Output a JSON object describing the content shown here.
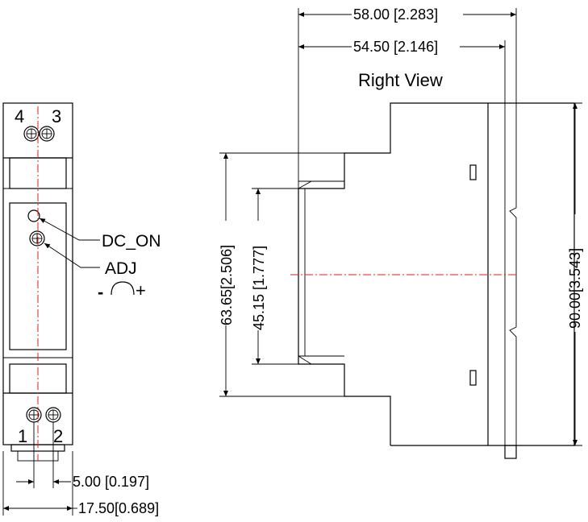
{
  "front_view": {
    "terminal_labels": {
      "t4": "4",
      "t3": "3",
      "t1": "1",
      "t2": "2"
    },
    "led_label": "DC_ON",
    "adj_label": "ADJ",
    "adj_minus": "-",
    "adj_plus": "+",
    "dim_pitch": "5.00 [0.197]",
    "dim_width": "17.50[0.689]"
  },
  "right_view": {
    "title": "Right View",
    "dim_total_depth": "58.00 [2.283]",
    "dim_depth": "54.50 [2.146]",
    "dim_height": "90.00[3.543]",
    "dim_step_outer": "63.65[2.506]",
    "dim_step_inner": "45.15 [1.777]"
  }
}
